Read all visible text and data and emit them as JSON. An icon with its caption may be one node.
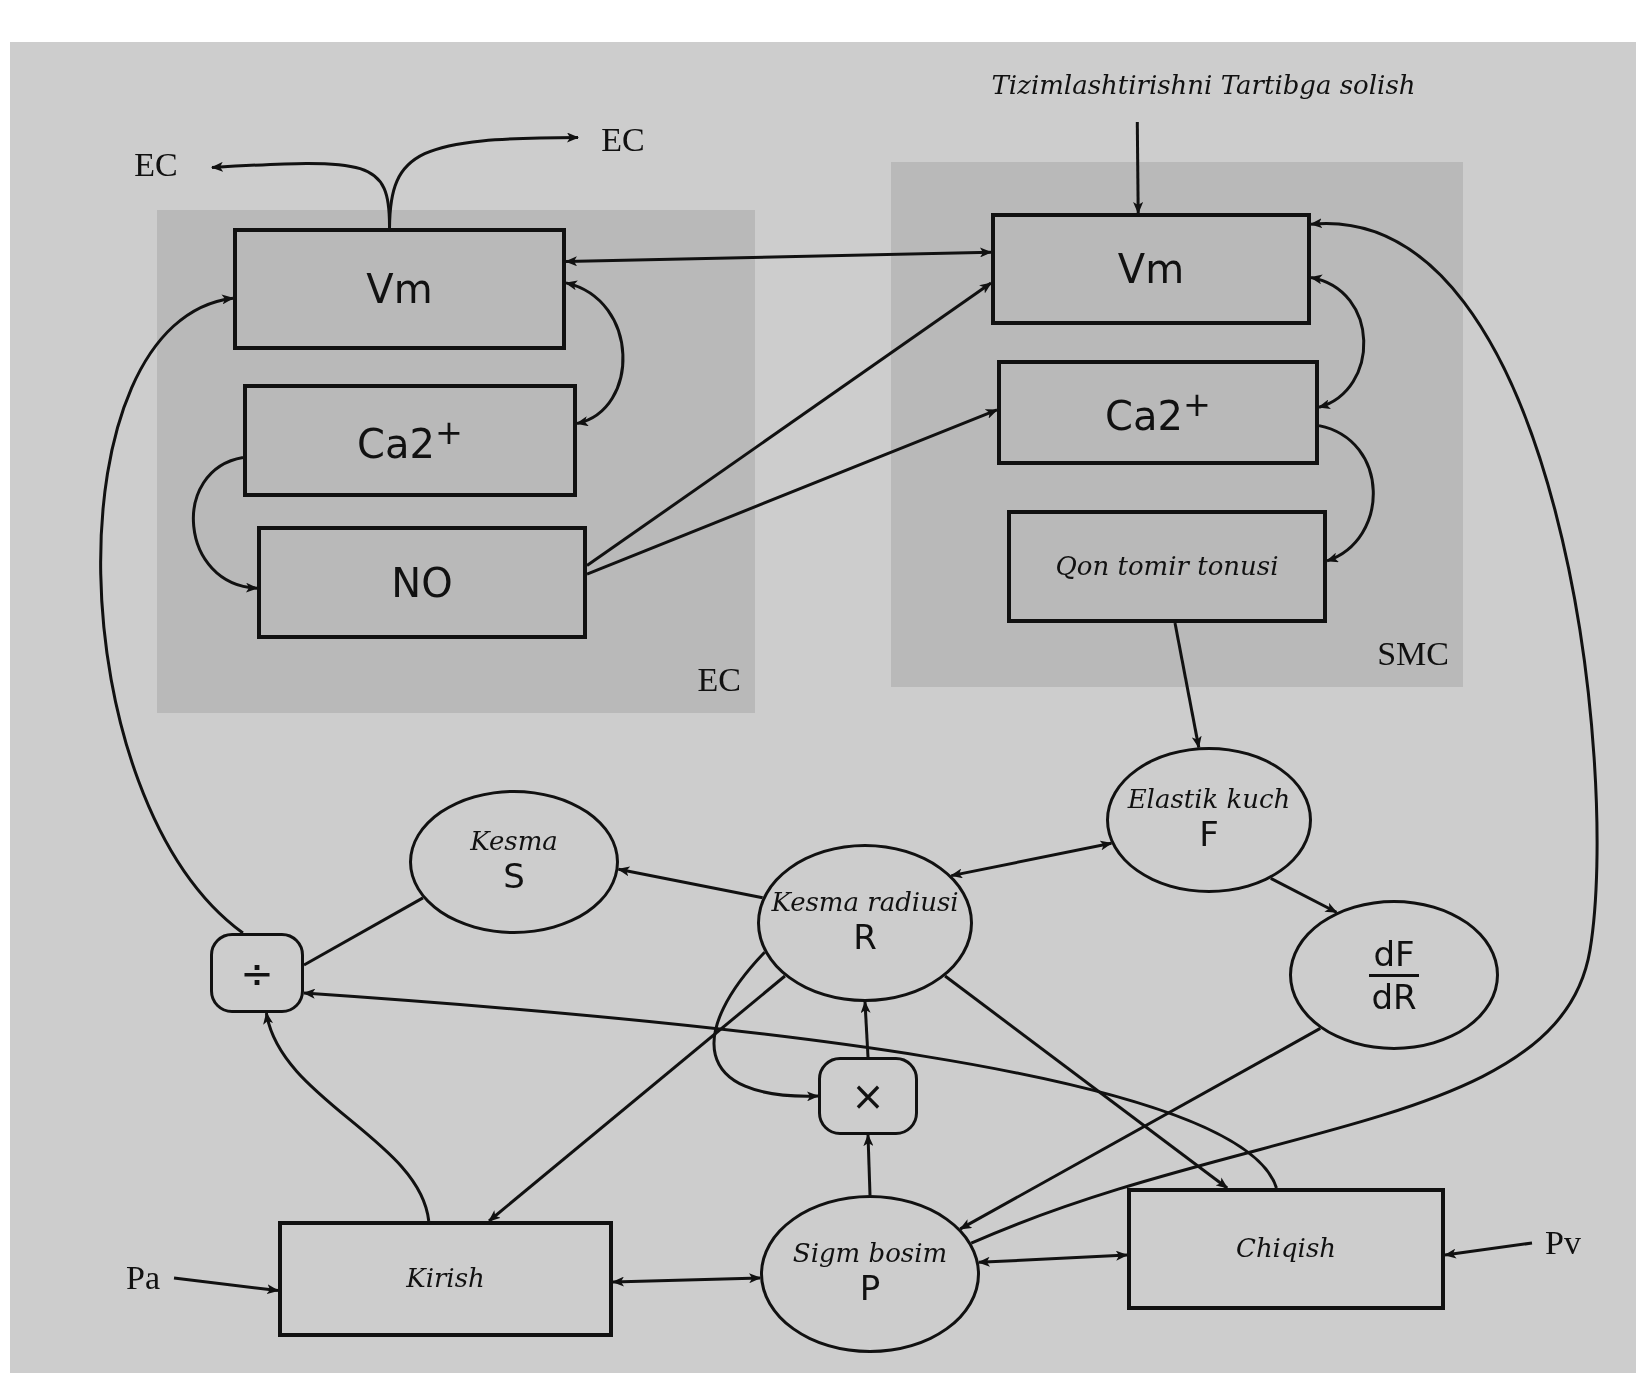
{
  "diagram": {
    "nodes": [
      {
        "text": [
          "EC"
        ]
      },
      {
        "text": [
          "SMC"
        ]
      },
      {
        "text": [
          "Vm"
        ],
        "in": 0
      },
      {
        "text": [
          "Ca2$^{+}$"
        ],
        "in": 0
      },
      {
        "text": [
          "NO"
        ],
        "in": 0
      },
      {
        "text": [
          "Vm"
        ],
        "in": 1
      },
      {
        "text": [
          "Ca2$^{+}$"
        ],
        "in": 1
      },
      {
        "text": [
          "Qon tomir tonusi"
        ],
        "in": 1
      },
      {
        "text": [
          "Tizimlashtirishni Tartibga solish"
        ]
      },
      {
        "text": [
          "EC"
        ]
      },
      {
        "text": [
          "EC"
        ]
      },
      {
        "text": [
          "Kesma",
          "S"
        ]
      },
      {
        "text": [
          "Kesma radiusi",
          "R"
        ]
      },
      {
        "text": [
          "Elastik kuch",
          "F"
        ]
      },
      {
        "text": [
          "dF",
          "dR"
        ]
      },
      {
        "text": [
          "÷"
        ]
      },
      {
        "text": [
          "×"
        ]
      },
      {
        "text": [
          "Kirish"
        ]
      },
      {
        "text": [
          "Sigm bosim",
          "P"
        ]
      },
      {
        "text": [
          "Chiqish"
        ]
      },
      {
        "text": [
          "Pa"
        ]
      },
      {
        "text": [
          "Pv"
        ]
      }
    ],
    "edges": [
      {
        "from": 2,
        "to": 9,
        "arrow": "to"
      },
      {
        "from": 2,
        "to": 10,
        "arrow": "to"
      },
      {
        "from": 2,
        "to": 5,
        "arrow": "both"
      },
      {
        "from": 2,
        "to": 3,
        "arrow": "both"
      },
      {
        "from": 3,
        "to": 4,
        "arrow": "to"
      },
      {
        "from": 4,
        "to": 5,
        "arrow": "to"
      },
      {
        "from": 4,
        "to": 6,
        "arrow": "to"
      },
      {
        "from": 8,
        "to": 5,
        "arrow": "to"
      },
      {
        "from": 5,
        "to": 6,
        "arrow": "both"
      },
      {
        "from": 6,
        "to": 7,
        "arrow": "to"
      },
      {
        "from": 7,
        "to": 13,
        "arrow": "to"
      },
      {
        "from": 12,
        "to": 13,
        "arrow": "both"
      },
      {
        "from": 13,
        "to": 14,
        "arrow": "to"
      },
      {
        "from": 12,
        "to": 11,
        "arrow": "to"
      },
      {
        "from": 11,
        "to": 15,
        "arrow": "none"
      },
      {
        "from": 15,
        "to": 2,
        "arrow": "to"
      },
      {
        "from": 17,
        "to": 15,
        "arrow": "to"
      },
      {
        "from": 19,
        "to": 15,
        "arrow": "to"
      },
      {
        "from": 12,
        "to": 17,
        "arrow": "to"
      },
      {
        "from": 12,
        "to": 19,
        "arrow": "to"
      },
      {
        "from": 12,
        "to": 16,
        "arrow": "to"
      },
      {
        "from": 16,
        "to": 12,
        "arrow": "to"
      },
      {
        "from": 18,
        "to": 16,
        "arrow": "to"
      },
      {
        "from": 17,
        "to": 18,
        "arrow": "both"
      },
      {
        "from": 18,
        "to": 19,
        "arrow": "both"
      },
      {
        "from": 14,
        "to": 18,
        "arrow": "to"
      },
      {
        "from": 18,
        "to": 5,
        "arrow": "to"
      },
      {
        "from": 20,
        "to": 17,
        "arrow": "to"
      },
      {
        "from": 21,
        "to": 19,
        "arrow": "to"
      }
    ]
  }
}
